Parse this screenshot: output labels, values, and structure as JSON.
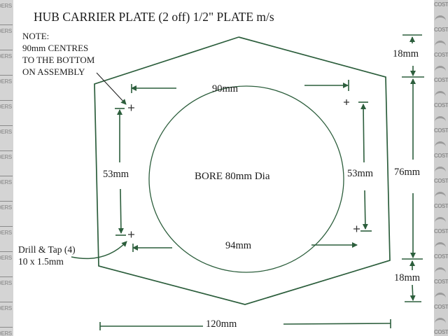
{
  "drawing": {
    "title": "HUB CARRIER PLATE (2 off)  1/2\" PLATE m/s",
    "note": {
      "heading": "NOTE:",
      "lines": [
        "90mm CENTRES",
        "TO THE BOTTOM",
        "ON ASSEMBLY"
      ]
    },
    "bore_label": "BORE 80mm Dia",
    "dimensions": {
      "top_hole_spacing": "90mm",
      "bottom_hole_spacing": "94mm",
      "left_vertical": "53mm",
      "right_vertical": "53mm",
      "overall_height_middle": "76mm",
      "top_chamfer_height": "18mm",
      "bottom_chamfer_height": "18mm",
      "overall_width": "120mm"
    },
    "drill_note": {
      "line1": "Drill & Tap (4)",
      "line2": "10 x 1.5mm"
    },
    "line_color": "#2c5e3c",
    "text_color": "#1b1b1b"
  },
  "watermarks": {
    "left_text": "DERS",
    "right_text": "COST"
  }
}
